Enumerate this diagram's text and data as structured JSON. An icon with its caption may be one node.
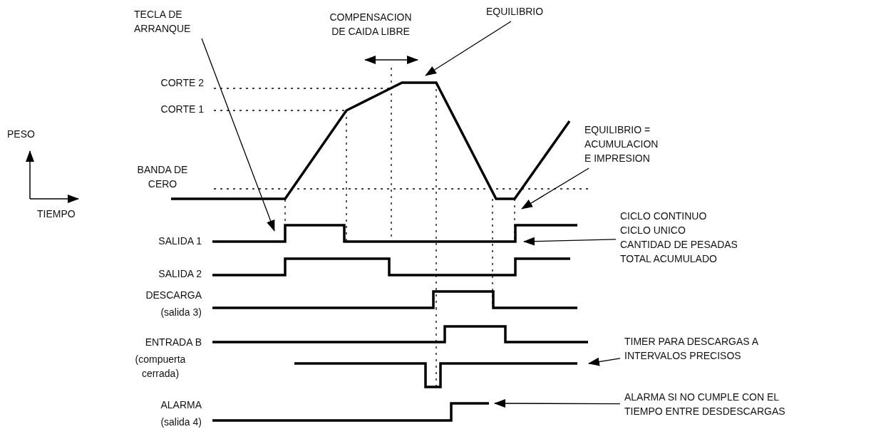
{
  "diagram": {
    "nodes": [
      {
        "text": [
          "TECLA DE ARRANQUE"
        ]
      },
      {
        "text": [
          "EQUILIBRIO"
        ]
      },
      {
        "text": [
          "EQUILIBRIO = ACUMULACION E IMPRESION"
        ]
      },
      {
        "text": [
          "CICLO CONTINUO",
          "CICLO UNICO",
          "CANTIDAD DE PESADAS",
          "TOTAL ACUMULADO"
        ]
      },
      {
        "text": [
          "TIMER PARA DESCARGAS A INTERVALOS PRECISOS"
        ]
      },
      {
        "text": [
          "ALARMA SI NO CUMPLE CON EL TIEMPO ENTRE DESDESCARGAS"
        ]
      }
    ],
    "edges": [
      {
        "from": 0,
        "to": null,
        "arrow": "to"
      },
      {
        "from": 1,
        "to": null,
        "arrow": "to"
      },
      {
        "from": 2,
        "to": null,
        "arrow": "to"
      },
      {
        "from": 3,
        "to": null,
        "arrow": "to"
      },
      {
        "from": 4,
        "to": null,
        "arrow": "to"
      },
      {
        "from": 5,
        "to": null,
        "arrow": "to"
      }
    ],
    "labels": [
      "COMPENSACION DE CAIDA LIBRE",
      "CORTE 2",
      "CORTE 1",
      "PESO",
      "BANDA DE CERO",
      "TIEMPO",
      "SALIDA 1",
      "SALIDA 2",
      "DESCARGA",
      "(salida 3)",
      "ENTRADA B",
      "(compuerta cerrada)",
      "ALARMA",
      "(salida 4)"
    ]
  }
}
